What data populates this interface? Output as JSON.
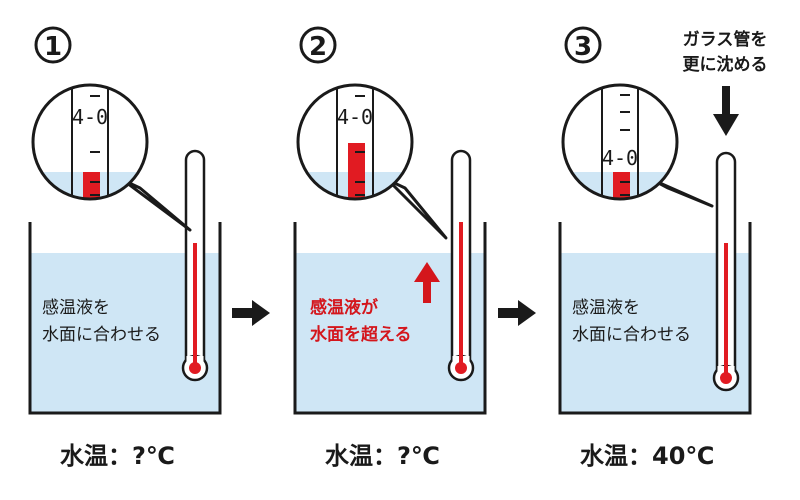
{
  "colors": {
    "water": "#cfe6f5",
    "outline": "#1a1a1a",
    "mercury": "#e11b22",
    "highlight_text": "#d4161c",
    "glass": "#ffffff"
  },
  "panels": [
    {
      "number": "1",
      "caption_line1": "感温液を",
      "caption_line2": "水面に合わせる",
      "caption_highlight": false,
      "temperature": "水温：?℃",
      "scale_label": "4-0",
      "show_up_arrow": false
    },
    {
      "number": "2",
      "caption_line1": "感温液が",
      "caption_line2": "水面を超える",
      "caption_highlight": true,
      "temperature": "水温：?℃",
      "scale_label": "4-0",
      "show_up_arrow": true
    },
    {
      "number": "3",
      "caption_line1": "感温液を",
      "caption_line2": "水面に合わせる",
      "caption_highlight": false,
      "temperature": "水温：40℃",
      "scale_label": "4-0",
      "show_up_arrow": false,
      "note_line1": "ガラス管を",
      "note_line2": "更に沈める"
    }
  ],
  "arrows": {
    "between_icon": "right-arrow-icon",
    "up_icon": "up-arrow-icon",
    "down_icon": "down-arrow-icon"
  }
}
